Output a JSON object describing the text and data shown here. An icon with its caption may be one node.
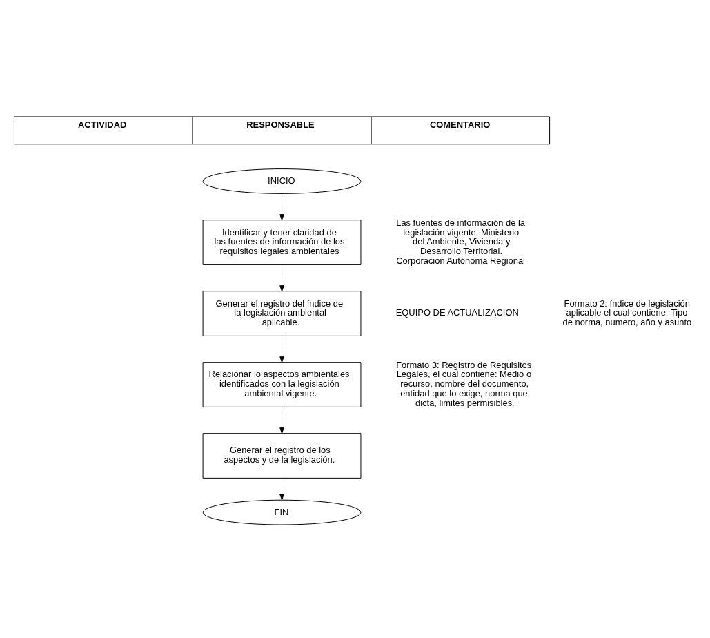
{
  "diagram": {
    "nodes": [
      {
        "text": [
          "INICIO"
        ]
      },
      {
        "text": [
          "Identificar y tener claridad de las fuentes de información de los requisitos legales ambientales"
        ]
      },
      {
        "text": [
          "Generar el registro del índice de la legislación ambiental aplicable."
        ]
      },
      {
        "text": [
          "Relacionar lo aspectos ambientales identificados con la legislación ambiental vigente."
        ]
      },
      {
        "text": [
          "Generar el registro de los aspectos y de la legislación."
        ]
      },
      {
        "text": [
          "FIN"
        ]
      }
    ],
    "edges": [
      {
        "from": 0,
        "to": 1,
        "arrow": "to"
      },
      {
        "from": 1,
        "to": 2,
        "arrow": "to"
      },
      {
        "from": 2,
        "to": 3,
        "arrow": "to"
      },
      {
        "from": 3,
        "to": 4,
        "arrow": "to"
      },
      {
        "from": 4,
        "to": 5,
        "arrow": "to"
      }
    ],
    "labels": [
      "ACTIVIDAD",
      "RESPONSABLE",
      "COMENTARIO",
      "Las fuentes de información de la legislación vigente; Ministerio del Ambiente, Vivienda y Desarrollo Territorial. Corporación Autónoma Regional",
      "Formato 2: índice de legislación aplicable el cual contiene: Tipo de norma, numero, año y asunto",
      "EQUIPO DE ACTUALIZACION",
      "Formato 3: Registro de Requisitos Legales, el cual contiene: Medio o recurso, nombre del documento, entidad que lo exige, norma que dicta, limites permisibles."
    ]
  }
}
